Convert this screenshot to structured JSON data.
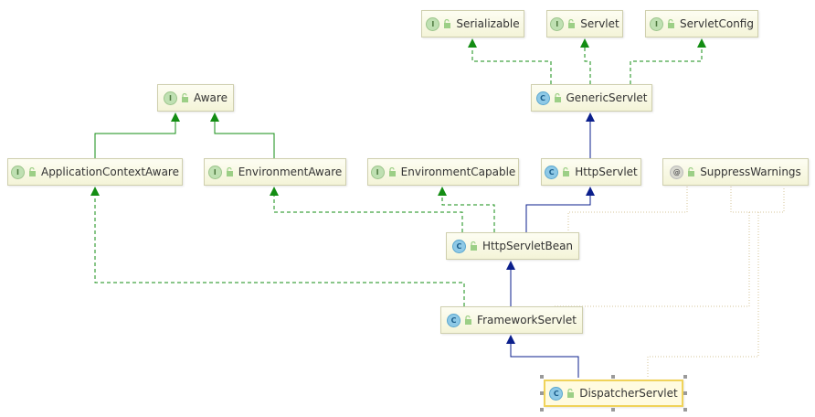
{
  "colors": {
    "implements": "#138d13",
    "extends": "#0b1f8c",
    "annotation": "#d6c49a",
    "node_border": "#cfcfae",
    "selected_border": "#f0d35a"
  },
  "nodes": {
    "serializable": {
      "label": "Serializable",
      "kind": "I"
    },
    "servlet": {
      "label": "Servlet",
      "kind": "I"
    },
    "servlet_config": {
      "label": "ServletConfig",
      "kind": "I"
    },
    "generic_servlet": {
      "label": "GenericServlet",
      "kind": "C"
    },
    "aware": {
      "label": "Aware",
      "kind": "I"
    },
    "application_context_aware": {
      "label": "ApplicationContextAware",
      "kind": "I"
    },
    "environment_aware": {
      "label": "EnvironmentAware",
      "kind": "I"
    },
    "environment_capable": {
      "label": "EnvironmentCapable",
      "kind": "I"
    },
    "http_servlet": {
      "label": "HttpServlet",
      "kind": "C"
    },
    "suppress_warnings": {
      "label": "SuppressWarnings",
      "kind": "@"
    },
    "http_servlet_bean": {
      "label": "HttpServletBean",
      "kind": "C"
    },
    "framework_servlet": {
      "label": "FrameworkServlet",
      "kind": "C"
    },
    "dispatcher_servlet": {
      "label": "DispatcherServlet",
      "kind": "C",
      "selected": true
    }
  },
  "relationships": [
    {
      "from": "generic_servlet",
      "to": "serializable",
      "type": "implements"
    },
    {
      "from": "generic_servlet",
      "to": "servlet",
      "type": "implements"
    },
    {
      "from": "generic_servlet",
      "to": "servlet_config",
      "type": "implements"
    },
    {
      "from": "http_servlet",
      "to": "generic_servlet",
      "type": "extends"
    },
    {
      "from": "application_context_aware",
      "to": "aware",
      "type": "extends-interface"
    },
    {
      "from": "environment_aware",
      "to": "aware",
      "type": "extends-interface"
    },
    {
      "from": "http_servlet_bean",
      "to": "http_servlet",
      "type": "extends"
    },
    {
      "from": "http_servlet_bean",
      "to": "environment_capable",
      "type": "implements"
    },
    {
      "from": "http_servlet_bean",
      "to": "environment_aware",
      "type": "implements"
    },
    {
      "from": "framework_servlet",
      "to": "http_servlet_bean",
      "type": "extends"
    },
    {
      "from": "framework_servlet",
      "to": "application_context_aware",
      "type": "implements"
    },
    {
      "from": "dispatcher_servlet",
      "to": "framework_servlet",
      "type": "extends"
    },
    {
      "from": "framework_servlet",
      "to": "suppress_warnings",
      "type": "annotation"
    },
    {
      "from": "http_servlet_bean",
      "to": "suppress_warnings",
      "type": "annotation"
    },
    {
      "from": "dispatcher_servlet",
      "to": "suppress_warnings",
      "type": "annotation"
    }
  ]
}
